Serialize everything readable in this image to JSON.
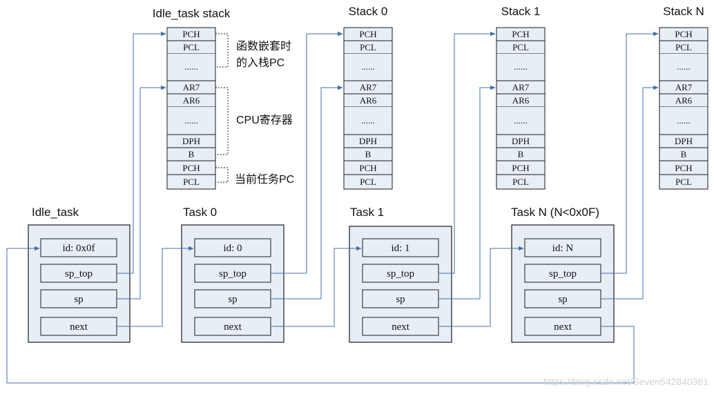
{
  "stacks": [
    {
      "title": "Idle_task stack",
      "cells": [
        "PCH",
        "PCL",
        "......",
        "AR7",
        "AR6",
        "......",
        "DPH",
        "B",
        "PCH",
        "PCL"
      ]
    },
    {
      "title": "Stack 0",
      "cells": [
        "PCH",
        "PCL",
        "......",
        "AR7",
        "AR6",
        "......",
        "DPH",
        "B",
        "PCH",
        "PCL"
      ]
    },
    {
      "title": "Stack 1",
      "cells": [
        "PCH",
        "PCL",
        "......",
        "AR7",
        "AR6",
        "......",
        "DPH",
        "B",
        "PCH",
        "PCL"
      ]
    },
    {
      "title": "Stack N",
      "cells": [
        "PCH",
        "PCL",
        "......",
        "AR7",
        "AR6",
        "......",
        "DPH",
        "B",
        "PCH",
        "PCL"
      ]
    }
  ],
  "annotations": {
    "nested_pc_line1": "函数嵌套时",
    "nested_pc_line2": "的入栈PC",
    "cpu_registers": "CPU寄存器",
    "current_task_pc": "当前任务PC"
  },
  "tasks": [
    {
      "title": "Idle_task",
      "id": "id: 0x0f",
      "sp_top": "sp_top",
      "sp": "sp",
      "next": "next"
    },
    {
      "title": "Task 0",
      "id": "id: 0",
      "sp_top": "sp_top",
      "sp": "sp",
      "next": "next"
    },
    {
      "title": "Task 1",
      "id": "id: 1",
      "sp_top": "sp_top",
      "sp": "sp",
      "next": "next"
    },
    {
      "title": "Task N (N<0x0F)",
      "id": "id: N",
      "sp_top": "sp_top",
      "sp": "sp",
      "next": "next"
    }
  ],
  "watermark": "https://blog.csdn.net/Seven542840381",
  "colors": {
    "box_fill": "#e8eef5",
    "border": "#1a1a1a",
    "connector": "#3f6fae"
  }
}
